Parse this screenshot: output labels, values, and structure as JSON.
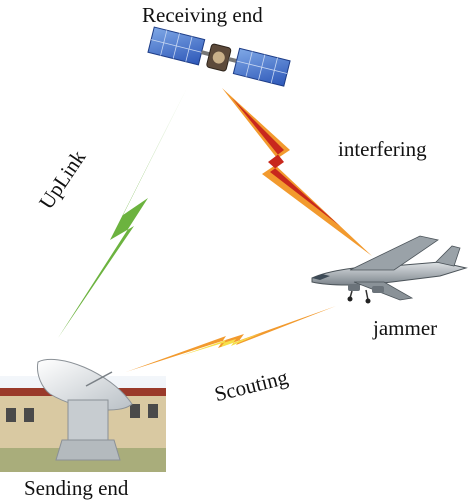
{
  "labels": {
    "receiving_end": "Receiving end",
    "interfering": "interfering",
    "uplink": "UpLink",
    "jammer": "jammer",
    "scouting": "Scouting",
    "sending_end": "Sending end"
  },
  "icons": {
    "receiver": "satellite-icon",
    "interferer": "fighter-jet-icon",
    "sender": "satellite-dish-icon"
  },
  "colors": {
    "uplink": "#6cb33f",
    "interfering_outer": "#f29a2e",
    "interfering_inner": "#c8281d",
    "scouting": "#f29a2e",
    "scouting_inner": "#f6e04a",
    "text": "#111111"
  }
}
